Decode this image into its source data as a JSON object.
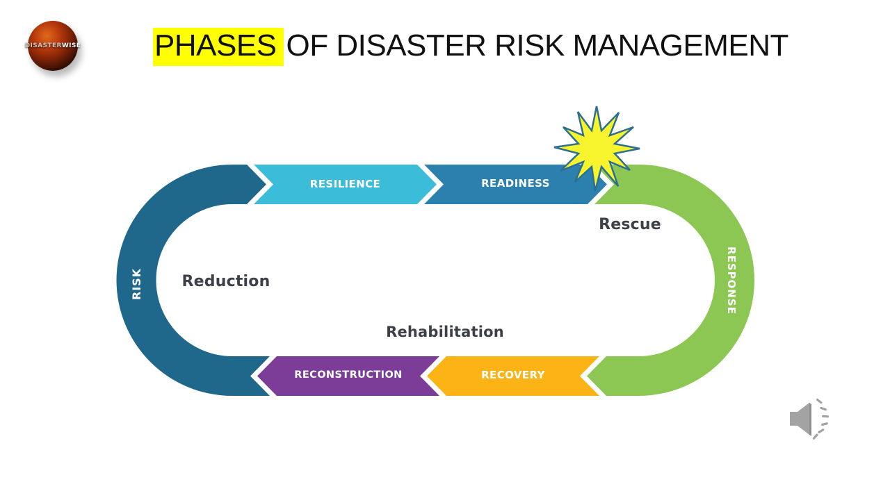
{
  "slide": {
    "background": "#ffffff",
    "title": {
      "highlighted": "PHASES",
      "rest": "OF DISASTER RISK MANAGEMENT",
      "highlight_color": "#ffff00",
      "text_color": "#111111"
    },
    "logo": {
      "icon": "disasterwise-fire-globe-icon",
      "text_regular": "DISASTER",
      "text_bold": "WISE"
    }
  },
  "diagram": {
    "segments": [
      {
        "id": "risk",
        "label": "RISK",
        "color": "#20688b"
      },
      {
        "id": "resilience",
        "label": "RESILIENCE",
        "color": "#3bbdd9"
      },
      {
        "id": "readiness",
        "label": "READINESS",
        "color": "#2b80ad"
      },
      {
        "id": "response",
        "label": "RESPONSE",
        "color": "#8cc653"
      },
      {
        "id": "recovery",
        "label": "RECOVERY",
        "color": "#fcb316"
      },
      {
        "id": "reconstruction",
        "label": "RECONSTRUCTION",
        "color": "#7b3d98"
      }
    ],
    "inner_labels": [
      {
        "id": "reduction",
        "text": "Reduction"
      },
      {
        "id": "rescue",
        "text": "Rescue"
      },
      {
        "id": "rehabilitation",
        "text": "Rehabilitation"
      }
    ],
    "inner_label_color": "#3b4049",
    "star": {
      "fill": "#f7f32c",
      "stroke": "#2d6f90"
    }
  },
  "audio_icon": {
    "icon": "speaker-icon",
    "color": "#a3a3a3"
  }
}
